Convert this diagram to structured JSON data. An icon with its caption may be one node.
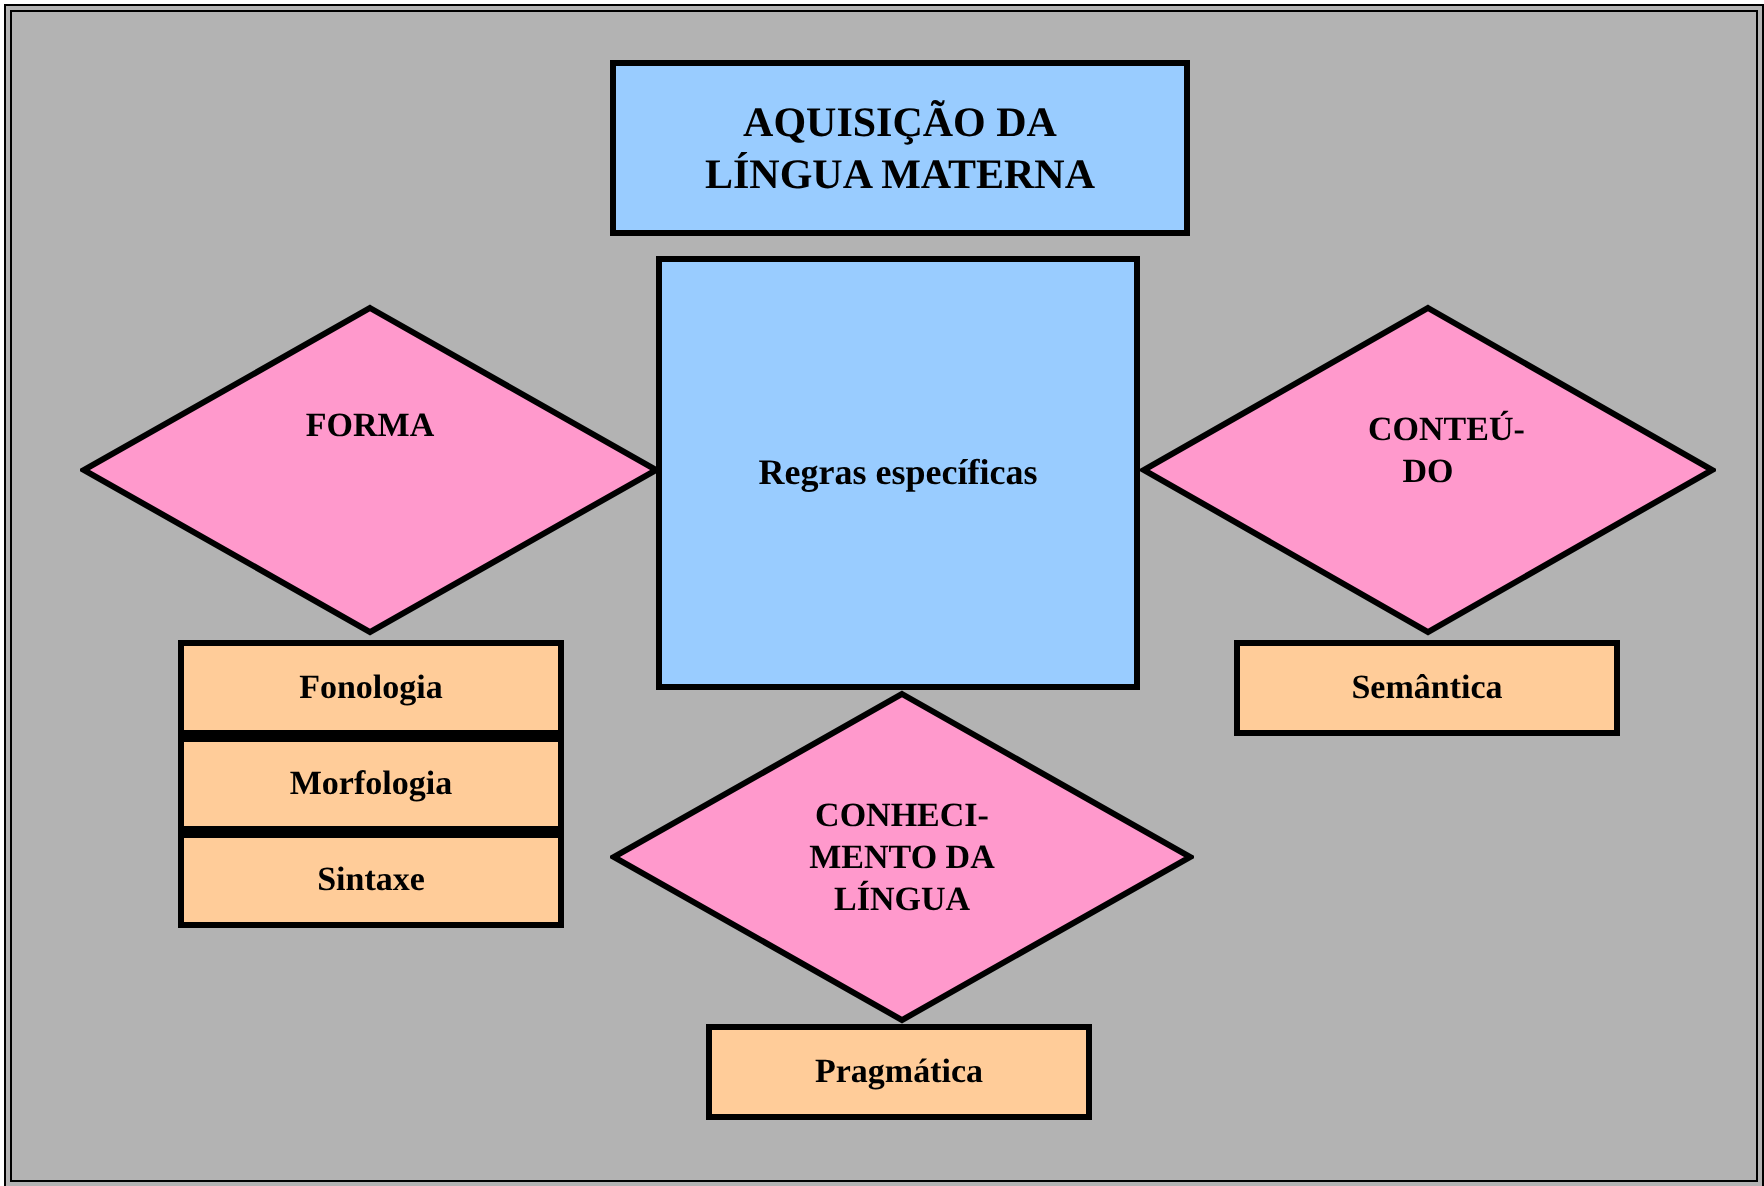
{
  "diagram": {
    "nodes": [
      {
        "text": [
          "AQUISIÇÃO DA LÍNGUA MATERNA"
        ]
      },
      {
        "text": [
          "FORMA"
        ]
      },
      {
        "text": [
          "Regras específicas"
        ]
      },
      {
        "text": [
          "CONTEÚ- DO"
        ]
      },
      {
        "text": [
          "Fonologia"
        ]
      },
      {
        "text": [
          "Morfologia"
        ]
      },
      {
        "text": [
          "Sintaxe"
        ]
      },
      {
        "text": [
          "Semântica"
        ]
      },
      {
        "text": [
          "CONHECI- MENTO DA LÍNGUA"
        ]
      },
      {
        "text": [
          "Pragmática"
        ]
      }
    ]
  }
}
